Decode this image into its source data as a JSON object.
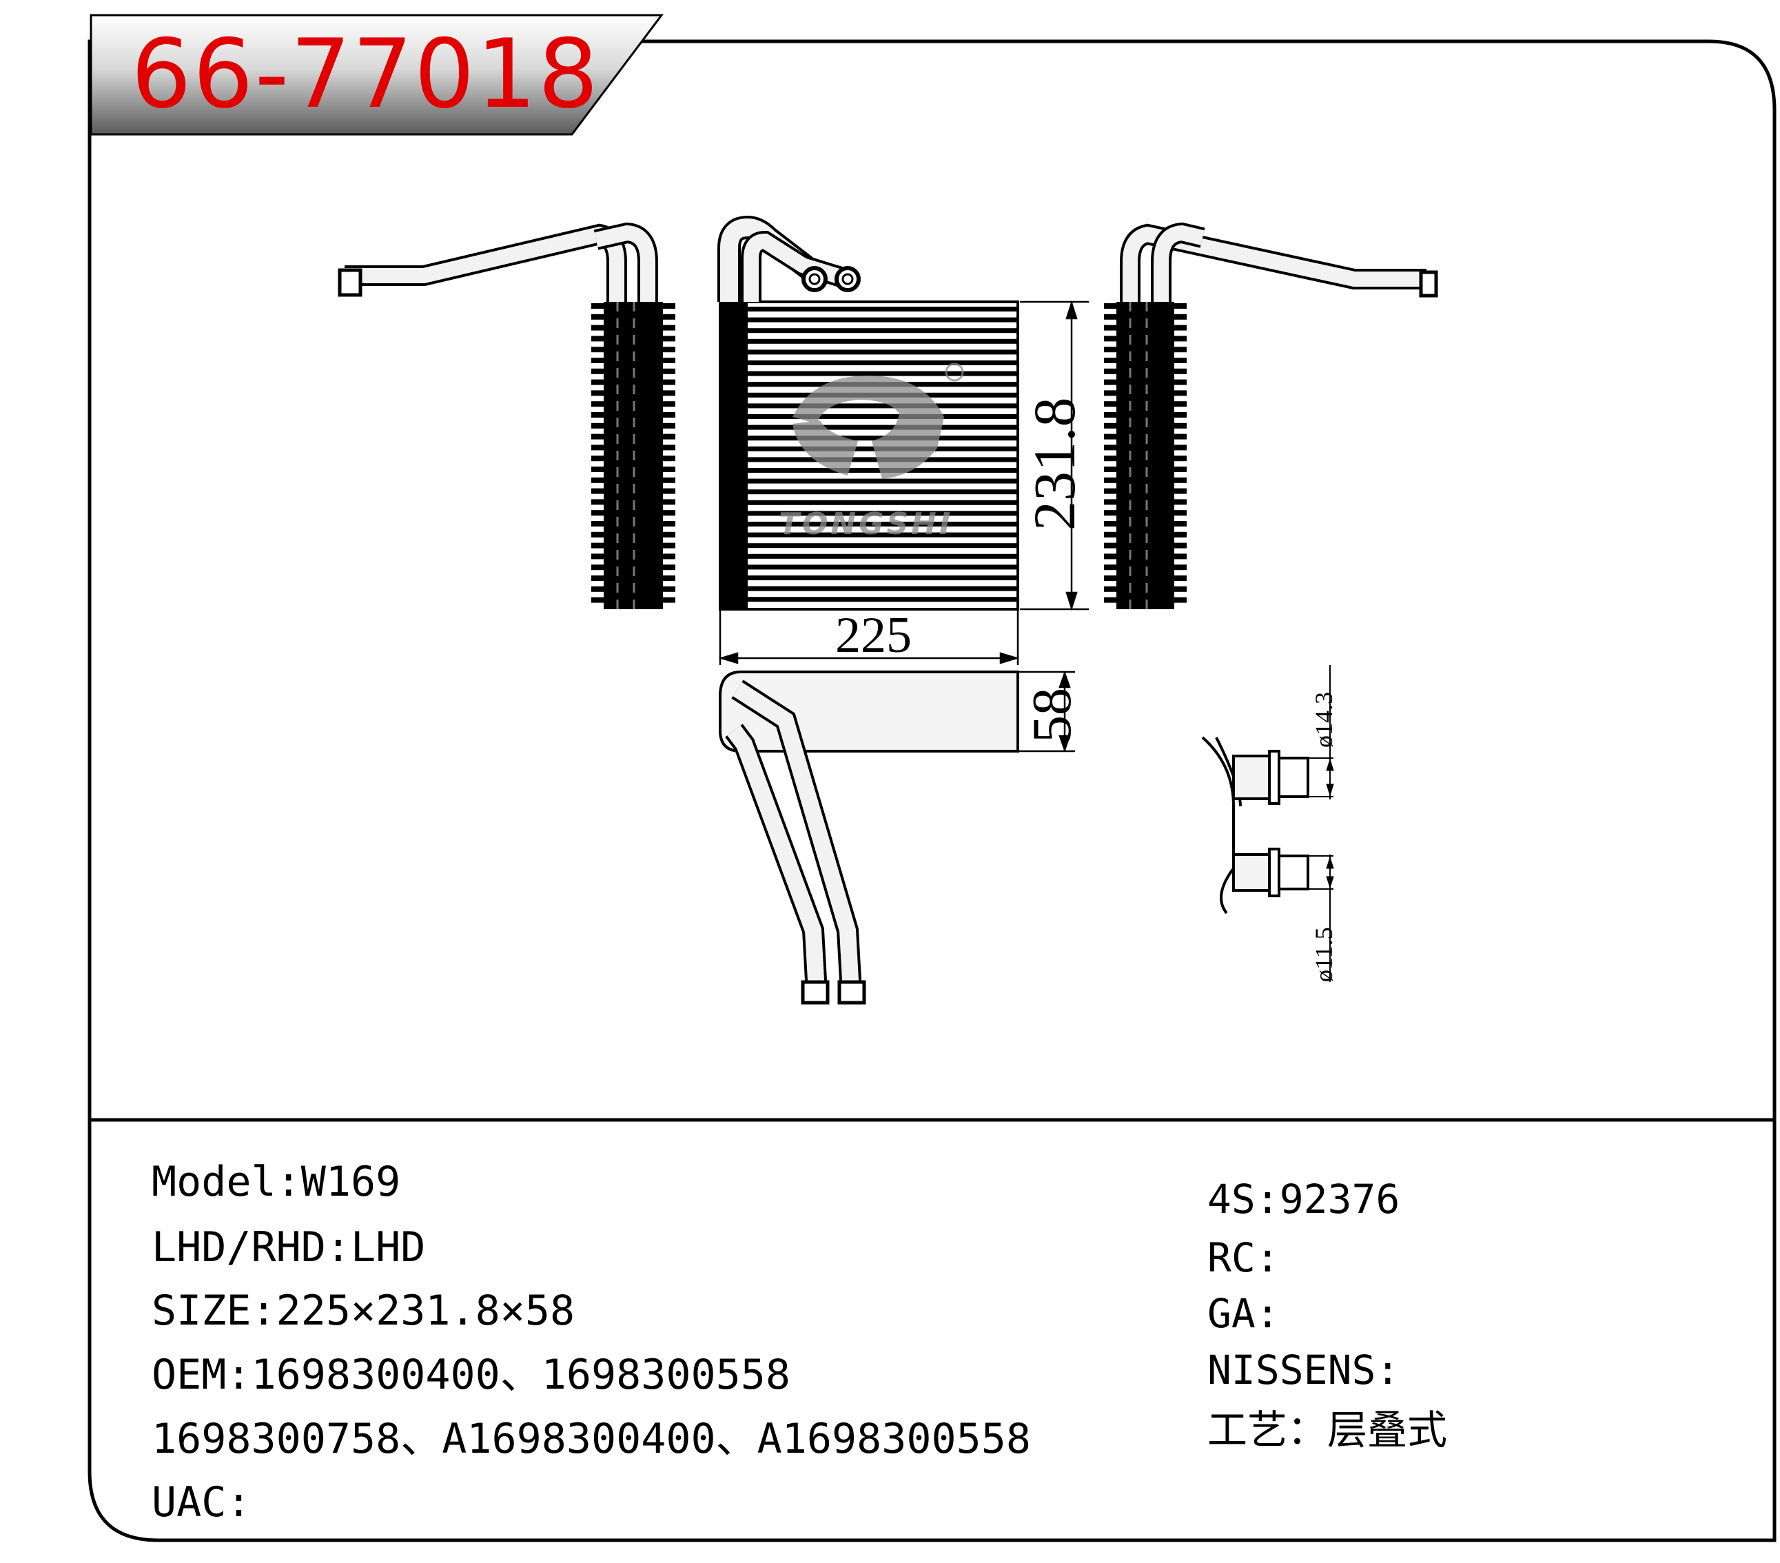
{
  "part_number": "66-77018",
  "dimensions": {
    "width": "225",
    "height": "231.8",
    "depth": "58",
    "pipe_large": "ø14.3",
    "pipe_small": "ø11.5"
  },
  "logo_text": "TONGSHI",
  "info_left": {
    "model": "Model:W169",
    "lhd_rhd": "LHD/RHD:LHD",
    "size": "SIZE:225×231.8×58",
    "oem_line1": "OEM:1698300400、1698300558",
    "oem_line2": "1698300758、A1698300400、A1698300558",
    "uac": "UAC:"
  },
  "info_right": {
    "s4": "4S:92376",
    "rc": "RC:",
    "ga": "GA:",
    "nissens": "NISSENS:",
    "process": "工艺：层叠式"
  },
  "colors": {
    "tag_text": "#e00000",
    "frame": "#000000",
    "watermark": "#9a9a9a"
  }
}
